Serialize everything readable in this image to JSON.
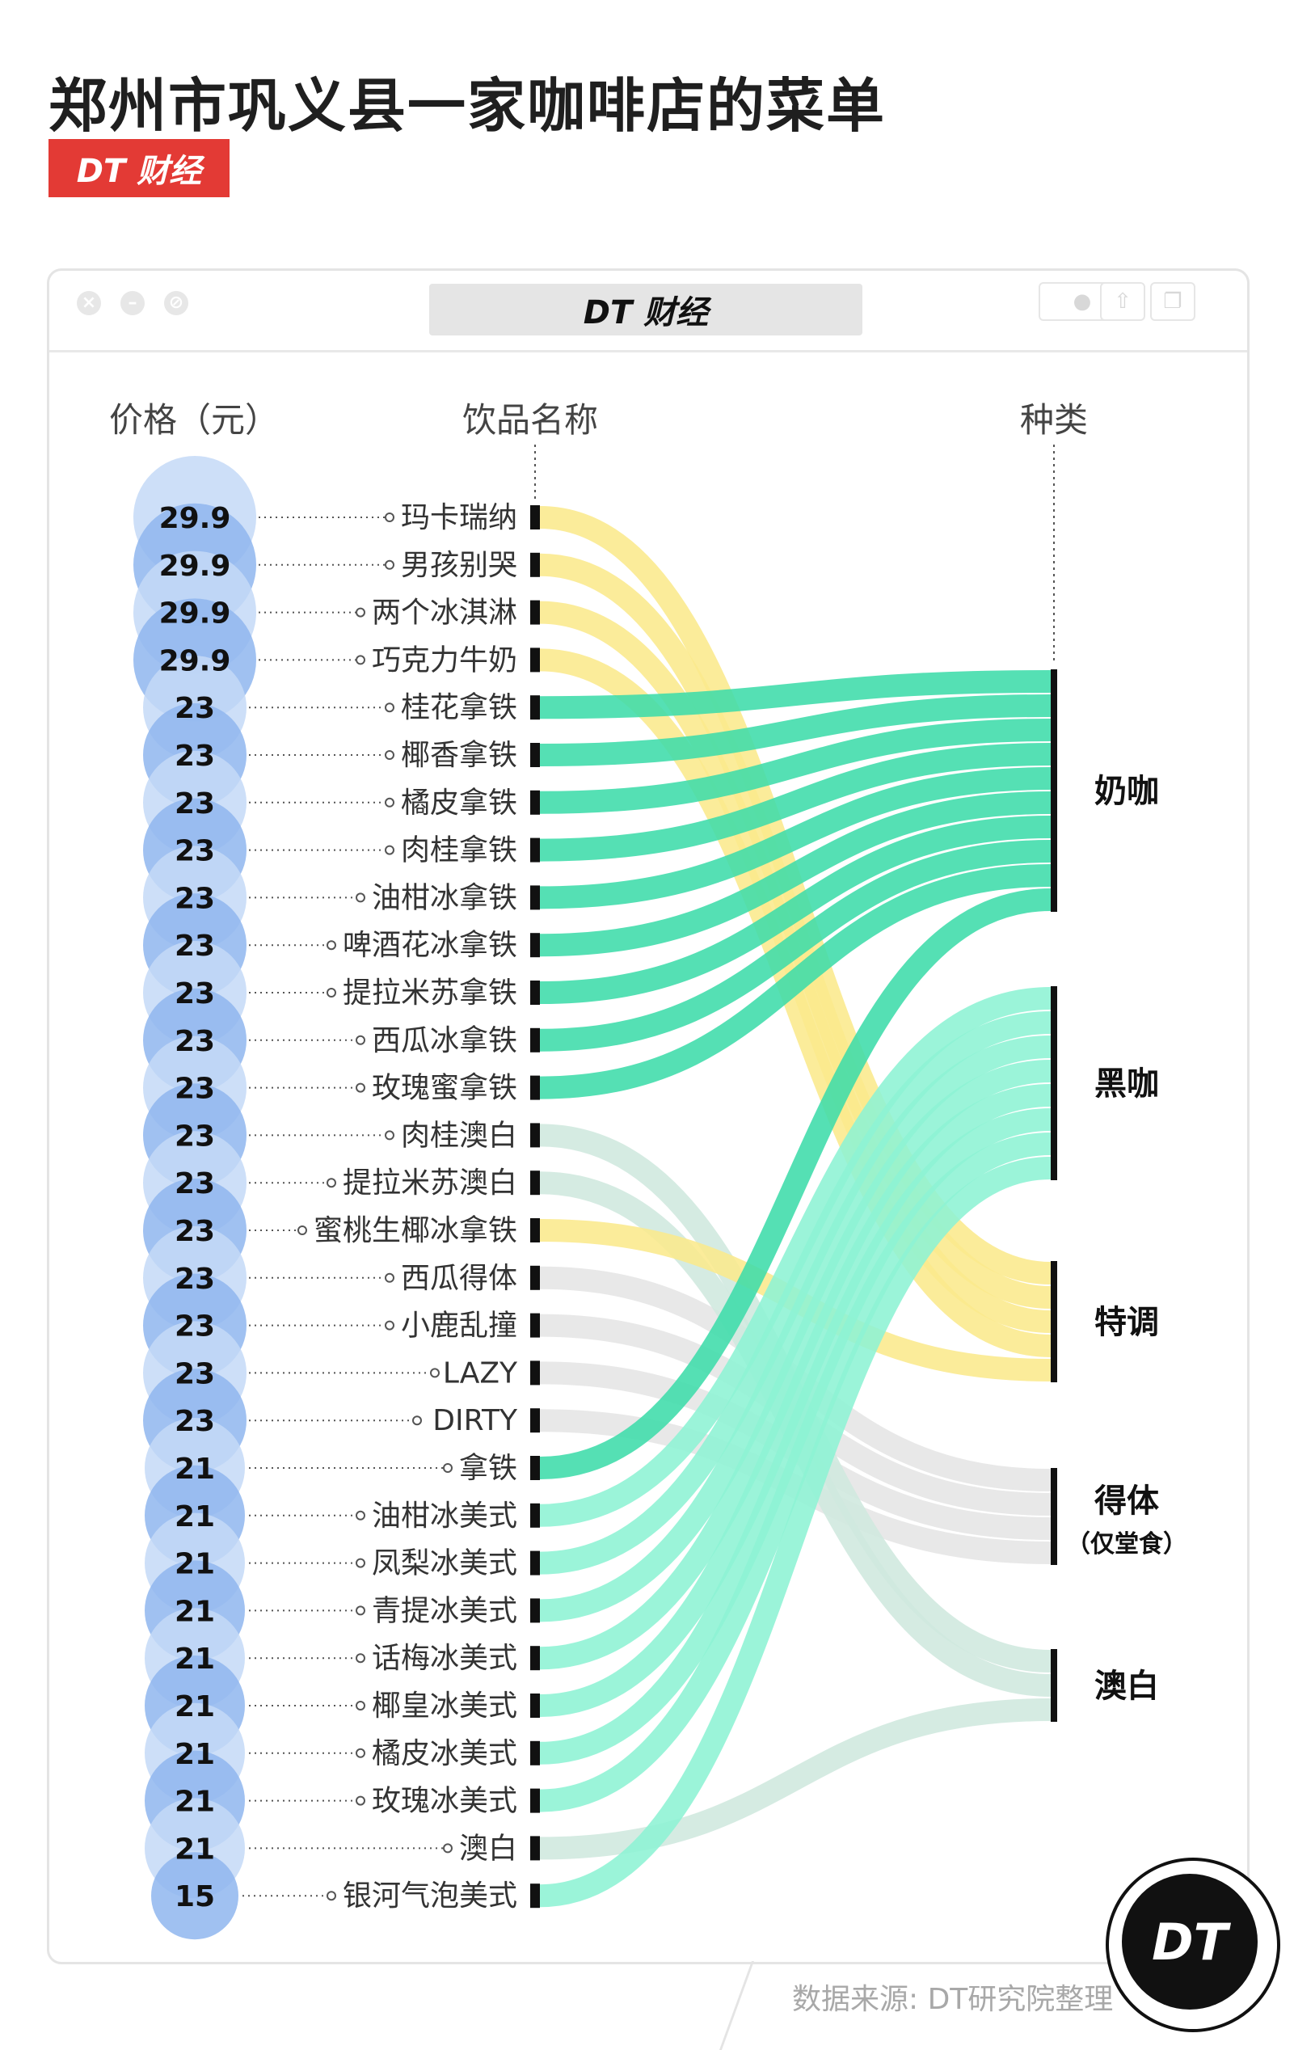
{
  "title": "郑州市巩义县一家咖啡店的菜单",
  "brand_badge": "DT 财经",
  "window": {
    "title": "DT 财经",
    "icons": [
      "close-icon",
      "minimize-icon",
      "zoom-icon",
      "record-icon",
      "share-icon",
      "copy-icon"
    ]
  },
  "headers": {
    "price": "价格（元）",
    "name": "饮品名称",
    "category": "种类"
  },
  "footer": {
    "source": "数据来源: DT研究院整理",
    "logo": "DT"
  },
  "colors": {
    "奶咖": "#3ddcaa",
    "黑咖": "#8df2d4",
    "特调": "#fbe98c",
    "得体": "#e5e5e5",
    "澳白": "#cfe8de",
    "bubble_dark": "#8fb6ef",
    "bubble_light": "#c4d9f7",
    "brand_red": "#e33a35"
  },
  "chart_data": {
    "type": "sankey",
    "nodes_left": [
      {
        "name": "玛卡瑞纳",
        "price": "29.9",
        "category": "特调"
      },
      {
        "name": "男孩别哭",
        "price": "29.9",
        "category": "特调"
      },
      {
        "name": "两个冰淇淋",
        "price": "29.9",
        "category": "特调"
      },
      {
        "name": "巧克力牛奶",
        "price": "29.9",
        "category": "特调"
      },
      {
        "name": "桂花拿铁",
        "price": "23",
        "category": "奶咖"
      },
      {
        "name": "椰香拿铁",
        "price": "23",
        "category": "奶咖"
      },
      {
        "name": "橘皮拿铁",
        "price": "23",
        "category": "奶咖"
      },
      {
        "name": "肉桂拿铁",
        "price": "23",
        "category": "奶咖"
      },
      {
        "name": "油柑冰拿铁",
        "price": "23",
        "category": "奶咖"
      },
      {
        "name": "啤酒花冰拿铁",
        "price": "23",
        "category": "奶咖"
      },
      {
        "name": "提拉米苏拿铁",
        "price": "23",
        "category": "奶咖"
      },
      {
        "name": "西瓜冰拿铁",
        "price": "23",
        "category": "奶咖"
      },
      {
        "name": "玫瑰蜜拿铁",
        "price": "23",
        "category": "奶咖"
      },
      {
        "name": "肉桂澳白",
        "price": "23",
        "category": "澳白"
      },
      {
        "name": "提拉米苏澳白",
        "price": "23",
        "category": "澳白"
      },
      {
        "name": "蜜桃生椰冰拿铁",
        "price": "23",
        "category": "特调"
      },
      {
        "name": "西瓜得体",
        "price": "23",
        "category": "得体"
      },
      {
        "name": "小鹿乱撞",
        "price": "23",
        "category": "得体"
      },
      {
        "name": "LAZY",
        "price": "23",
        "category": "得体"
      },
      {
        "name": "DIRTY",
        "price": "23",
        "category": "得体"
      },
      {
        "name": "拿铁",
        "price": "21",
        "category": "奶咖"
      },
      {
        "name": "油柑冰美式",
        "price": "21",
        "category": "黑咖"
      },
      {
        "name": "凤梨冰美式",
        "price": "21",
        "category": "黑咖"
      },
      {
        "name": "青提冰美式",
        "price": "21",
        "category": "黑咖"
      },
      {
        "name": "话梅冰美式",
        "price": "21",
        "category": "黑咖"
      },
      {
        "name": "椰皇冰美式",
        "price": "21",
        "category": "黑咖"
      },
      {
        "name": "橘皮冰美式",
        "price": "21",
        "category": "黑咖"
      },
      {
        "name": "玫瑰冰美式",
        "price": "21",
        "category": "黑咖"
      },
      {
        "name": "澳白",
        "price": "21",
        "category": "澳白"
      },
      {
        "name": "银河气泡美式",
        "price": "15",
        "category": "黑咖"
      }
    ],
    "nodes_right": [
      {
        "name": "奶咖",
        "sub": ""
      },
      {
        "name": "黑咖",
        "sub": ""
      },
      {
        "name": "特调",
        "sub": ""
      },
      {
        "name": "得体",
        "sub": "（仅堂食）"
      },
      {
        "name": "澳白",
        "sub": ""
      }
    ]
  }
}
